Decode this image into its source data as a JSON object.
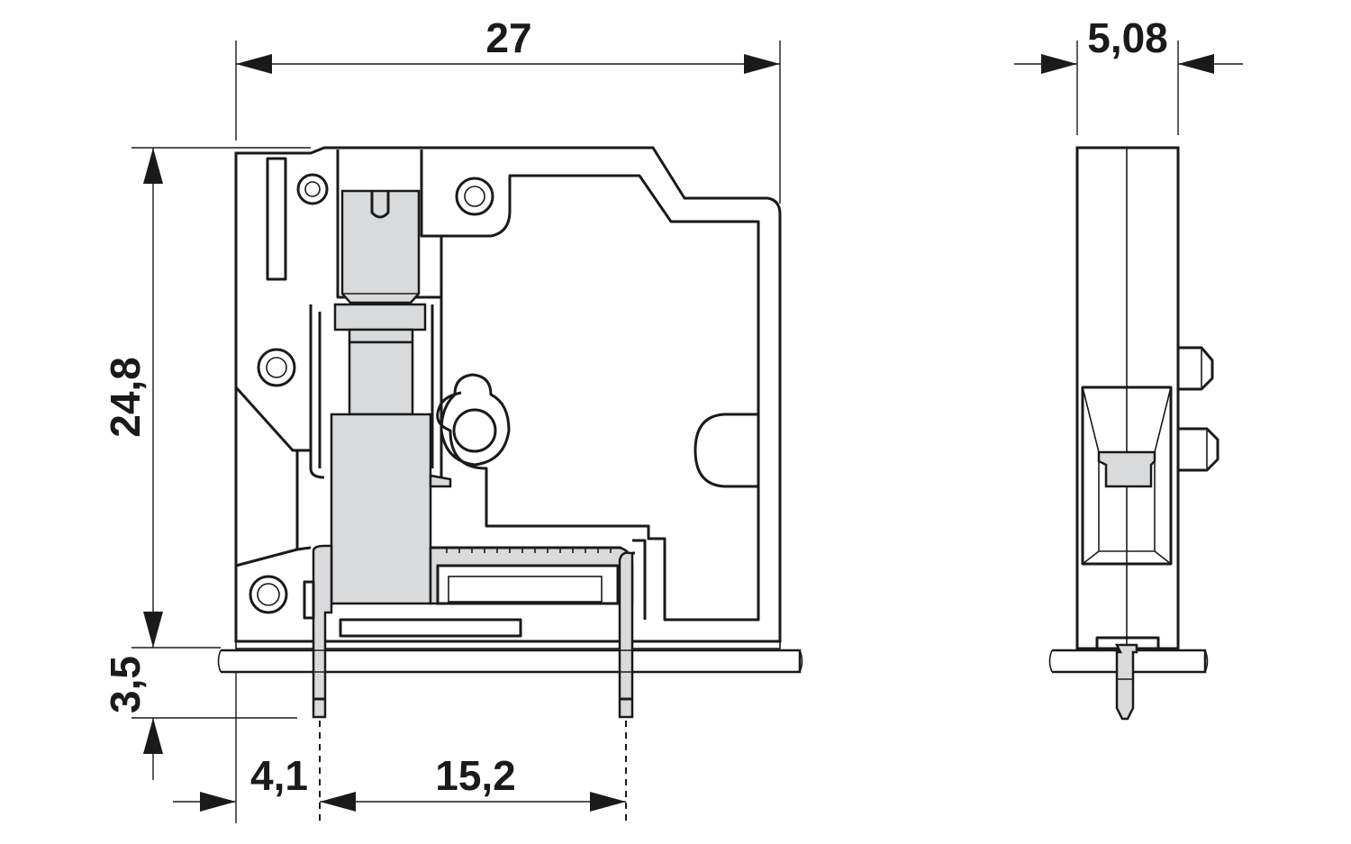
{
  "dimensions": {
    "width_total": "27",
    "height_body": "24,8",
    "pin_length": "3,5",
    "pin_offset": "4,1",
    "pin_pitch": "15,2",
    "side_width": "5,08"
  }
}
